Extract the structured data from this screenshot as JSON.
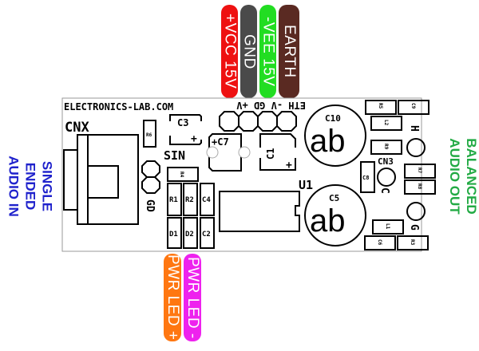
{
  "title": "Balanced audio driver PCB silkscreen",
  "colors": {
    "vcc": "#ee1111",
    "gnd": "#4a4a4a",
    "vee": "#22dd22",
    "earth": "#5a2a22",
    "pwr_led_plus": "#ff7711",
    "pwr_led_minus": "#ee22ee",
    "input_label": "#1f22cc",
    "output_label": "#22aa44"
  },
  "power_pins": [
    {
      "label": "+VCC 15V",
      "color_key": "vcc"
    },
    {
      "label": "GND",
      "color_key": "gnd"
    },
    {
      "label": "-VEE 15V",
      "color_key": "vee"
    },
    {
      "label": "EARTH",
      "color_key": "earth"
    }
  ],
  "led_pins": [
    {
      "label": "PWR LED +",
      "color_key": "pwr_led_plus"
    },
    {
      "label": "PWR LED -",
      "color_key": "pwr_led_minus"
    }
  ],
  "side_labels": {
    "input": [
      "SINGLE",
      "ENDED",
      "AUDIO IN"
    ],
    "output": [
      "BALANCED",
      "AUDIO OUT"
    ]
  },
  "board": {
    "brand": "ELECTRONICS-LAB.COM",
    "connector_header": "ETH -V GD +V",
    "labels": {
      "cnx": "CNX",
      "sin": "SIN",
      "gd": "GD",
      "u1": "U1",
      "cn3": "CN3",
      "h": "H",
      "c": "C",
      "g": "G"
    },
    "components": {
      "c3": "C3",
      "c7": "+C7",
      "c1": "C1",
      "c10": "C10",
      "c5": "C5",
      "r6": "R6",
      "r4": "R4",
      "r1": "R1",
      "r2": "R2",
      "c4": "C4",
      "d1": "D1",
      "d2": "D2",
      "c2": "C2",
      "r5": "R5",
      "c9": "C9",
      "l2": "L2",
      "r9": "R9",
      "c8": "C8",
      "r7": "R7",
      "r8": "R8",
      "l1": "L1",
      "c6": "C6",
      "r3": "R3"
    },
    "polarity_mark": "+",
    "cap_symbol": "ab"
  }
}
